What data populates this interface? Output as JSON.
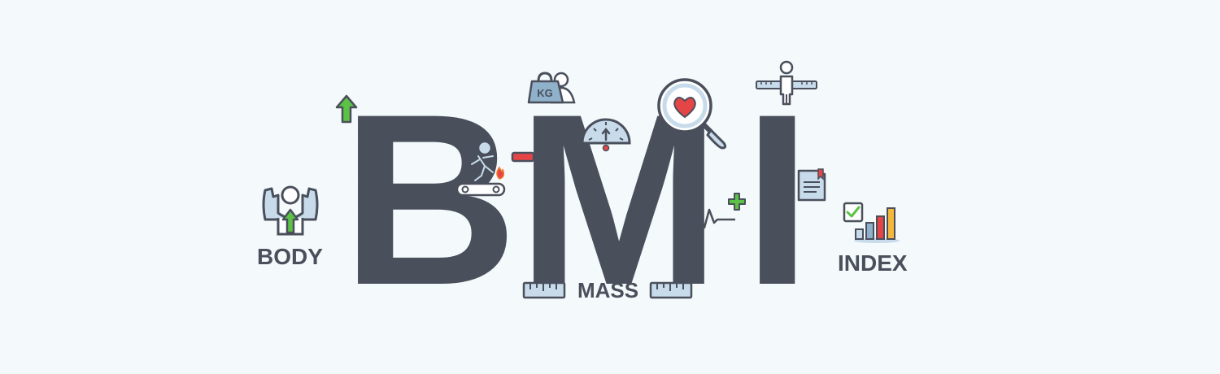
{
  "banner": {
    "letters": [
      "B",
      "M",
      "I"
    ],
    "words": {
      "body": "BODY",
      "mass": "MASS",
      "index": "INDEX"
    },
    "kg_label": "KG"
  },
  "colors": {
    "background": "#f4f9fb",
    "letter": "#4a4f5c",
    "icon_fill": "#c7dbea",
    "outline": "#4a4f5c",
    "accent_green": "#5cc246",
    "accent_red": "#e64545",
    "accent_orange": "#f27a2e",
    "accent_yellow": "#f4b73a"
  },
  "icons": [
    "strong-body-icon",
    "green-up-arrow-icon",
    "treadmill-runner-icon",
    "minus-icon",
    "weight-kg-icon",
    "scale-gauge-icon",
    "magnifier-heart-icon",
    "heartbeat-line-icon",
    "plus-icon",
    "person-measure-icon",
    "document-icon",
    "checkbox-icon",
    "bar-chart-icon",
    "ruler-icon"
  ]
}
